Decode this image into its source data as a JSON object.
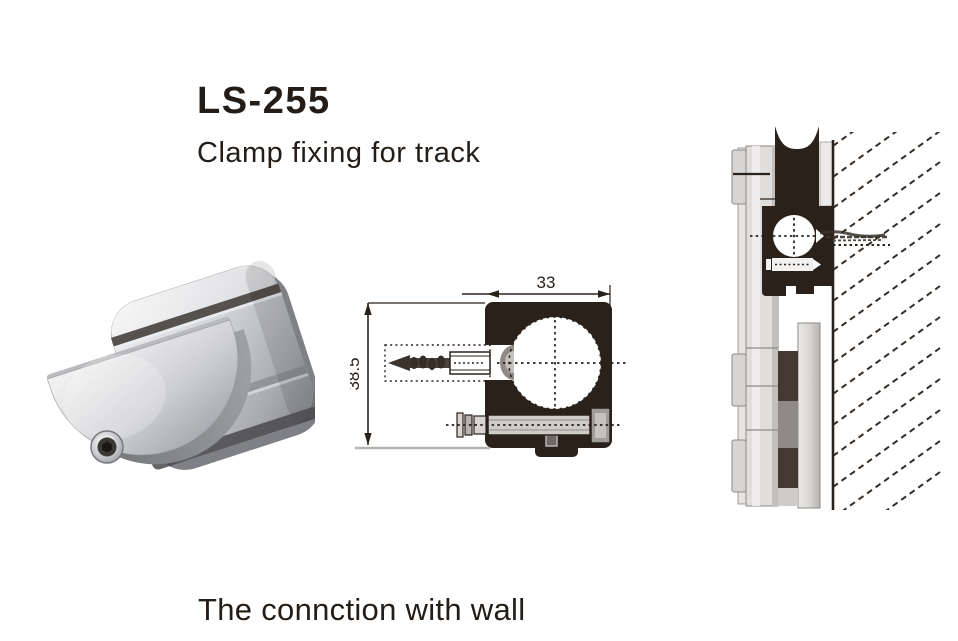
{
  "header": {
    "model": "LS-255",
    "description": "Clamp fixing for track"
  },
  "front_view": {
    "width_label": "33",
    "height_label": "38.5"
  },
  "caption": {
    "text": "The connction with wall"
  },
  "colors": {
    "ink": "#2a211b",
    "background": "#ffffff",
    "metal_light": "#f2f2f4",
    "metal_dark": "#85878c",
    "track_gray": "#dedcda"
  }
}
